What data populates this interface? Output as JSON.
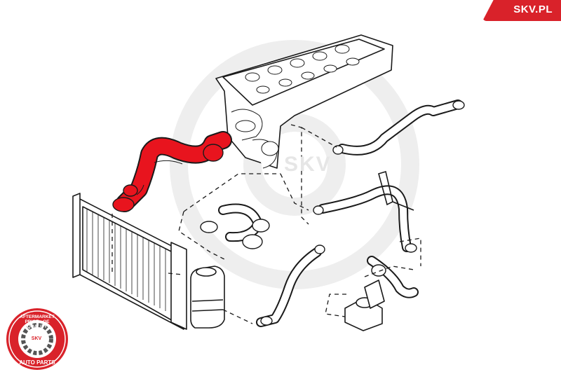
{
  "brand": {
    "name": "SKV.PL",
    "accent_color": "#d9222a"
  },
  "watermark": {
    "text": "SKV"
  },
  "seal": {
    "top_text": "AFTERMARKET PRICE · OE QUALITY",
    "center_text": "SKV",
    "bottom_text": "AUTO PARTS"
  },
  "diagram": {
    "highlight_color": "#e8141e",
    "line_color": "#1a1a1a"
  }
}
